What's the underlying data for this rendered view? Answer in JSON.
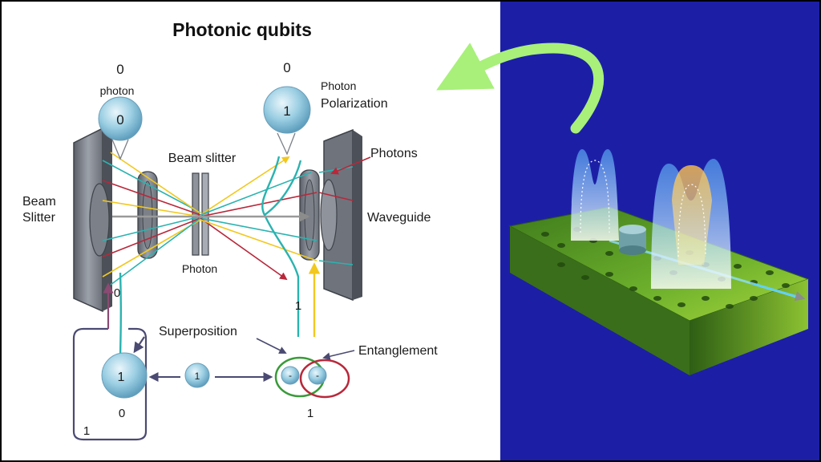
{
  "title": "Photonic qubits",
  "labels": {
    "top_left_zero": "0",
    "photon_lower": "photon",
    "photon_left_value": "0",
    "top_right_zero": "0",
    "photon_right_word": "Photon",
    "polarization": "Polarization",
    "photon_right_value": "1",
    "beam_slitter_center": "Beam slitter",
    "photons": "Photons",
    "beam_left_1": "Beam",
    "beam_left_2": "Slitter",
    "waveguide": "Waveguide",
    "photon_center": "Photon",
    "zero_mid_left": "0",
    "one_mid_right": "1",
    "superposition": "Superposition",
    "entanglement": "Entanglement",
    "qubit_big_value": "1",
    "qubit_small_value": "1",
    "zero_bottom": "0",
    "one_bottom_left": "1",
    "one_bottom_right": "1",
    "minus_a": "-",
    "minus_b": "-"
  },
  "colors": {
    "background_right": "#1C1FA6",
    "arrow_green": "#A8F07A",
    "teal_beam": "#2AB3B0",
    "yellow_beam": "#F2C81E",
    "red_beam": "#B8283A",
    "purple_frame": "#4A4A72",
    "chip_green": "#5FA52A"
  }
}
